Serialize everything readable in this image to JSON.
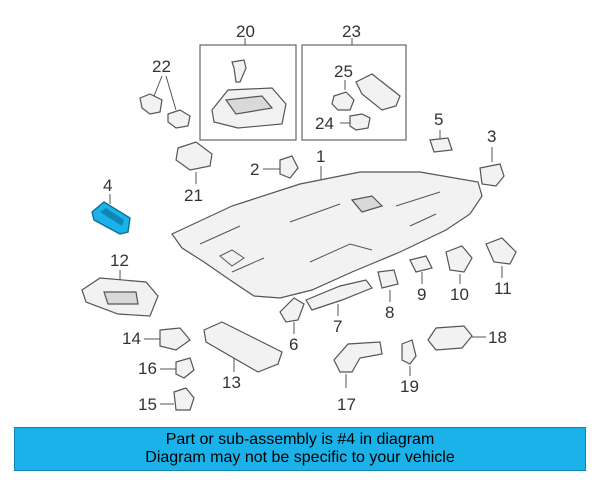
{
  "highlight_color": "#1ab2e8",
  "labels": {
    "p1": "1",
    "p2": "2",
    "p3": "3",
    "p4": "4",
    "p5": "5",
    "p6": "6",
    "p7": "7",
    "p8": "8",
    "p9": "9",
    "p10": "10",
    "p11": "11",
    "p12": "12",
    "p13": "13",
    "p14": "14",
    "p15": "15",
    "p16": "16",
    "p17": "17",
    "p18": "18",
    "p19": "19",
    "p20": "20",
    "p21": "21",
    "p22": "22",
    "p23": "23",
    "p24": "24",
    "p25": "25"
  },
  "banner": {
    "line1": "Part or sub-assembly is #4 in diagram",
    "line2": "Diagram may not be specific to your vehicle"
  }
}
